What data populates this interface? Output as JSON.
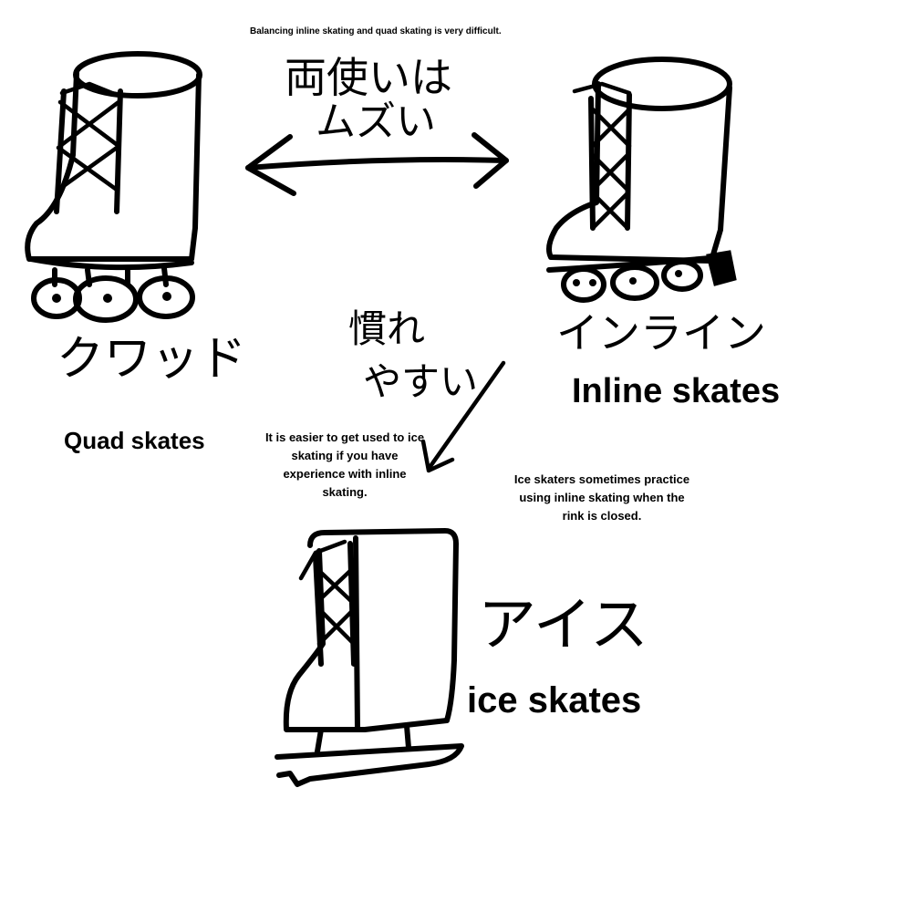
{
  "top_note": "Balancing inline skating and quad skating is very difficult.",
  "center_jp": {
    "line1": "両使いは",
    "line2": "ムズい"
  },
  "quad": {
    "jp": "クワッド",
    "en": "Quad skates"
  },
  "inline": {
    "jp": "インライン",
    "en": "Inline skates"
  },
  "ice": {
    "jp": "アイス",
    "en": "ice skates"
  },
  "middle_jp": {
    "line1": "慣れ",
    "line2": "やすい"
  },
  "middle_note": "It is easier to get used to ice skating if you have experience with inline skating.",
  "right_note": "Ice skaters sometimes practice using inline skating when the rink is closed.",
  "colors": {
    "ink": "#000000",
    "background": "#ffffff"
  }
}
